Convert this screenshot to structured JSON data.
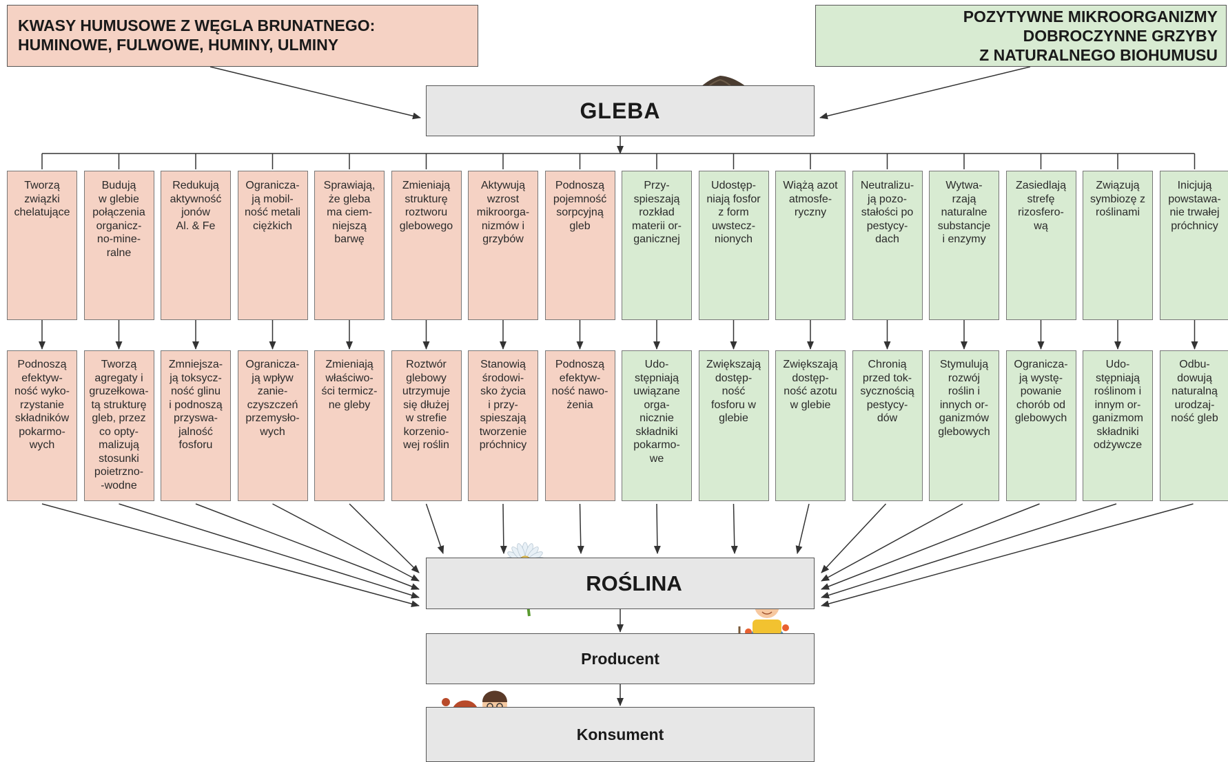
{
  "sources": {
    "left": {
      "line1": "KWASY HUMUSOWE Z WĘGLA BRUNATNEGO:",
      "line2": "HUMINOWE, FULWOWE, HUMINY, ULMINY"
    },
    "right": {
      "line1": "POZYTYWNE MIKROORGANIZMY",
      "line2": "DOBROCZYNNE GRZYBY",
      "line3": "Z NATURALNEGO BIOHUMUSU"
    }
  },
  "flow": {
    "gleba": "GLEBA",
    "roslina": "ROŚLINA",
    "producent": "Producent",
    "konsument": "Konsument"
  },
  "colors": {
    "humic": "#f5d2c4",
    "micro": "#d8ebd2",
    "flow_box": "#e7e7e7",
    "line": "#333333"
  },
  "icons": [
    "coal-lumps-icon",
    "worm-icon",
    "soil-pile-icon",
    "daisy-flower-icon",
    "farmer-icon",
    "family-icon"
  ],
  "columns": [
    {
      "group": "humic",
      "action": "Tworzą\nzwiązki\nchelatujące",
      "effect": "Podnoszą\nefektyw-\nność wyko-\nrzystanie\nskładników\npokarmo-\nwych"
    },
    {
      "group": "humic",
      "action": "Budują\nw glebie\npołączenia\norganicz-\nno-mine-\nralne",
      "effect": "Tworzą\nagregaty i\ngruzełkowa-\ntą strukturę\ngleb, przez\nco opty-\nmalizują\nstosunki\npoietrzno-\n-wodne"
    },
    {
      "group": "humic",
      "action": "Redukują\naktywność\njonów\nAl. & Fe",
      "effect": "Zmniejsza-\nją toksycz-\nność glinu\ni podnoszą\nprzyswa-\njalność\nfosforu"
    },
    {
      "group": "humic",
      "action": "Ogranicza-\nją mobil-\nność metali\nciężkich",
      "effect": "Ogranicza-\nją wpływ\nzanie-\nczyszczeń\nprzemysło-\nwych"
    },
    {
      "group": "humic",
      "action": "Sprawiają,\nże gleba\nma ciem-\nniejszą\nbarwę",
      "effect": "Zmieniają\nwłaściwo-\nści termicz-\nne gleby"
    },
    {
      "group": "humic",
      "action": "Zmieniają\nstrukturę\nroztworu\nglebowego",
      "effect": "Roztwór\nglebowy\nutrzymuje\nsię dłużej\nw strefie\nkorzenio-\nwej roślin"
    },
    {
      "group": "humic",
      "action": "Aktywują\nwzrost\nmikroorga-\nnizmów i\ngrzybów",
      "effect": "Stanowią\nśrodowi-\nsko życia\ni przy-\nspieszają\ntworzenie\npróchnicy"
    },
    {
      "group": "humic",
      "action": "Podnoszą\npojemność\nsorpcyjną\ngleb",
      "effect": "Podnoszą\nefektyw-\nność nawo-\nżenia"
    },
    {
      "group": "micro",
      "action": "Przy-\nspieszają\nrozkład\nmaterii or-\nganicznej",
      "effect": "Udo-\nstępniają\nuwiązane\norga-\nnicznie\nskładniki\npokarmo-\nwe"
    },
    {
      "group": "micro",
      "action": "Udostęp-\nniają fosfor\nz form\nuwstecz-\nnionych",
      "effect": "Zwiększają\ndostęp-\nność\nfosforu w\nglebie"
    },
    {
      "group": "micro",
      "action": "Wiążą azot\natmosfe-\nryczny",
      "effect": "Zwiększają\ndostęp-\nność azotu\nw glebie"
    },
    {
      "group": "micro",
      "action": "Neutralizu-\nją pozo-\nstałości po\npestycy-\ndach",
      "effect": "Chronią\nprzed tok-\nsycznością\npestycy-\ndów"
    },
    {
      "group": "micro",
      "action": "Wytwa-\nrzają\nnaturalne\nsubstancje\ni enzymy",
      "effect": "Stymulują\nrozwój\nroślin i\ninnych or-\nganizmów\nglebowych"
    },
    {
      "group": "micro",
      "action": "Zasiedlają\nstrefę\nrizosfero-\nwą",
      "effect": "Ogranicza-\nją wystę-\npowanie\nchorób od\nglebowych"
    },
    {
      "group": "micro",
      "action": "Związują\nsymbiozę z\nroślinami",
      "effect": "Udo-\nstępniają\nroślinom i\ninnym or-\nganizmom\nskładniki\nodżywcze"
    },
    {
      "group": "micro",
      "action": "Inicjują\npowstawa-\nnie trwałej\npróchnicy",
      "effect": "Odbu-\ndowują\nnaturalną\nurodzaj-\nność gleb"
    }
  ]
}
